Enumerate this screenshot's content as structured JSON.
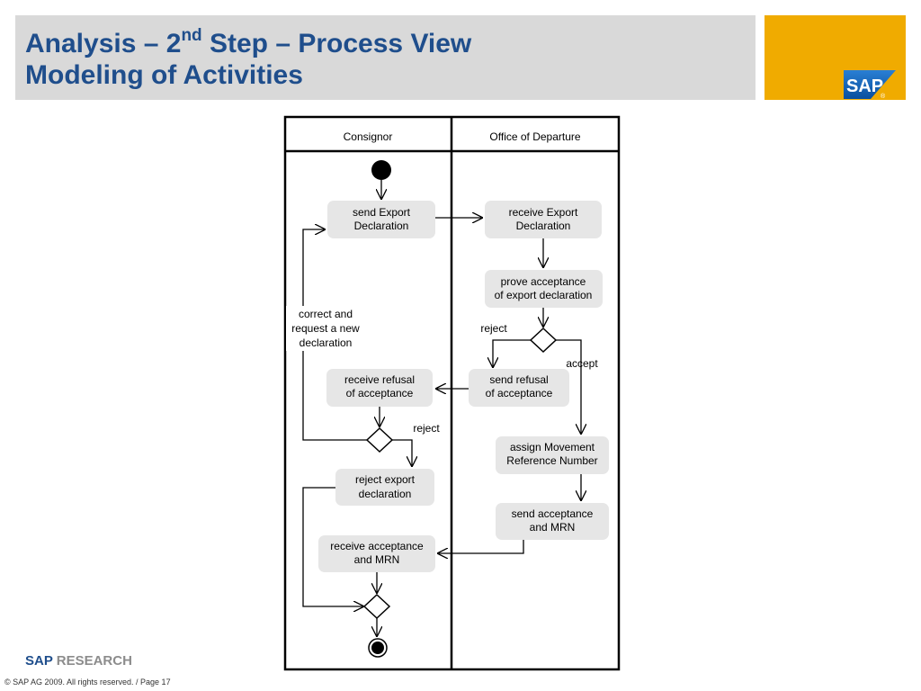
{
  "header": {
    "title_line1_pre": "Analysis – 2",
    "title_line1_sup": "nd",
    "title_line1_post": " Step – Process View",
    "title_line2": "Modeling of Activities"
  },
  "logo": {
    "text": "SAP",
    "registered": "®"
  },
  "footer": {
    "brand_sap": "SAP",
    "brand_research": " RESEARCH",
    "copyright": "© SAP AG 2009. All rights reserved. / Page 17"
  },
  "diagram": {
    "lanes": [
      "Consignor",
      "Office of Departure"
    ],
    "nodes": {
      "send_export": [
        "send Export",
        "Declaration"
      ],
      "receive_export": [
        "receive Export",
        "Declaration"
      ],
      "prove_acceptance": [
        "prove acceptance",
        "of export declaration"
      ],
      "send_refusal": [
        "send refusal",
        "of acceptance"
      ],
      "receive_refusal": [
        "receive refusal",
        "of acceptance"
      ],
      "assign_mrn": [
        "assign Movement",
        "Reference Number"
      ],
      "reject_export": [
        "reject export",
        "declaration"
      ],
      "send_acceptance": [
        "send acceptance",
        "and MRN"
      ],
      "receive_acceptance": [
        "receive acceptance",
        "and MRN"
      ]
    },
    "labels": {
      "correct": [
        "correct and",
        "request a new",
        "declaration"
      ],
      "reject_office": "reject",
      "accept_office": "accept",
      "reject_consignor": "reject"
    }
  },
  "colors": {
    "title": "#1f4e8c",
    "header_band": "#d9d9d9",
    "logo": "#f0ab00",
    "activity_fill": "#e6e6e6"
  }
}
